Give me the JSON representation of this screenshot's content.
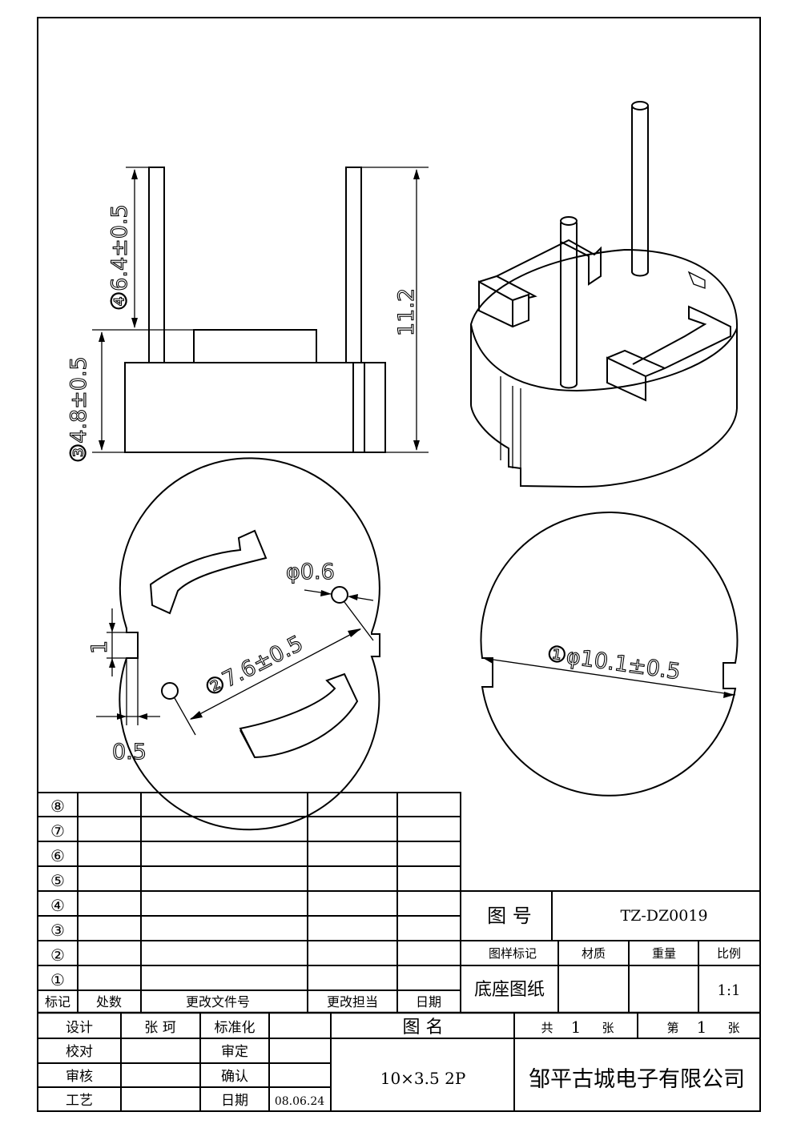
{
  "dimensions": {
    "d1": "①φ10.1±0.5",
    "d2": "②7.6±0.5",
    "d3": "③4.8±0.5",
    "d4": "④6.4±0.5",
    "height": "11.2",
    "hole": "φ0.6",
    "slot_w": "1",
    "slot_d": "0.5"
  },
  "revision_table": {
    "rows": [
      "⑧",
      "⑦",
      "⑥",
      "⑤",
      "④",
      "③",
      "②",
      "①"
    ],
    "headers": [
      "标记",
      "处数",
      "更改文件号",
      "更改担当",
      "日期"
    ]
  },
  "title_block": {
    "drawing_no_label": "图 号",
    "drawing_no": "TZ-DZ0019",
    "mark_label": "图样标记",
    "material_label": "材质",
    "weight_label": "重量",
    "scale_label": "比例",
    "drawing_type": "底座图纸",
    "scale": "1:1",
    "design_label": "设计",
    "designer": "张 珂",
    "standard_label": "标准化",
    "check_label": "校对",
    "approve_label": "审定",
    "review_label": "审核",
    "confirm_label": "确认",
    "process_label": "工艺",
    "date_label": "日期",
    "date": "08.06.24",
    "name_label": "图 名",
    "total_prefix": "共",
    "total": "1",
    "sheet_suffix1": "张",
    "sheet_prefix": "第",
    "sheet": "1",
    "sheet_suffix2": "张",
    "part_name": "10×3.5 2P",
    "company": "邹平古城电子有限公司"
  }
}
